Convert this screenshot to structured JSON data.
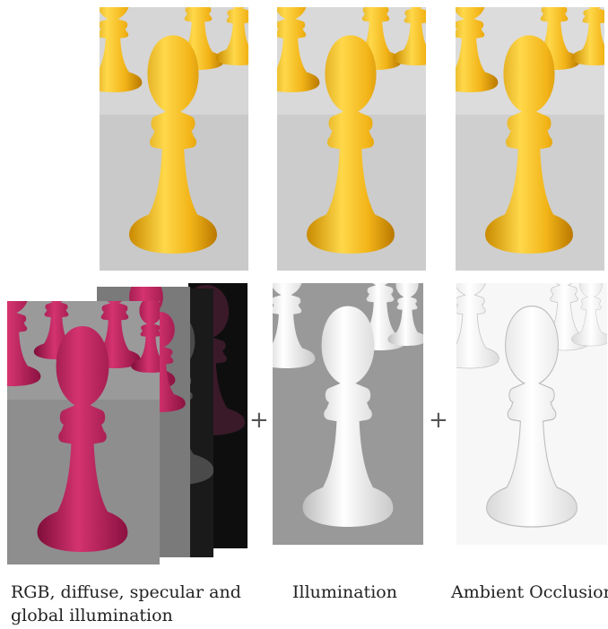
{
  "figure": {
    "operators": {
      "plus_1": "+",
      "plus_2": "+"
    },
    "captions": {
      "col1_line1": "RGB, diffuse, specular and",
      "col1_line2": "global illumination",
      "col2": "Illumination",
      "col3": "Ambient Occlusion"
    },
    "colors": {
      "gold": "#f2b418",
      "magenta": "#c21f5d",
      "white_render": "#f4f4f4",
      "gray_floor": "#8e8e8e"
    }
  }
}
